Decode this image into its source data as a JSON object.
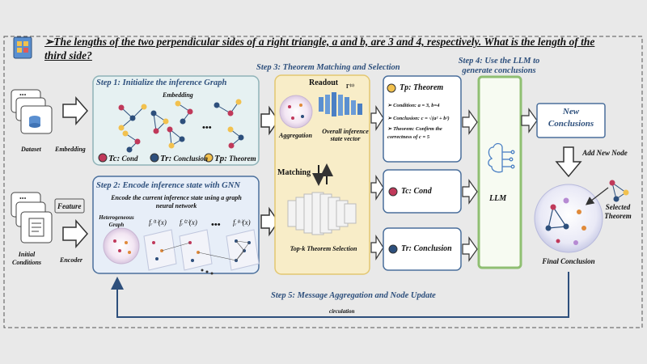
{
  "question": "➢The lengths of the two perpendicular sides of a right triangle, a and b, are 3 and 4, respectively. What is the length of the third side?",
  "steps": {
    "s1": "Step 1: Initialize the inference Graph",
    "s2": "Step 2: Encode inference state with GNN",
    "s3": "Step 3: Theorem Matching and Selection",
    "s4": "Step 4: Use the LLM to generate conclusions",
    "s5": "Step 5: Message Aggregation and Node Update"
  },
  "left": {
    "dataset": "Dataset",
    "embedding_arrow": "Embedding",
    "feature": "Feature",
    "initial_conditions": "Initial Conditions",
    "encoder": "Encoder"
  },
  "step1": {
    "embedding": "Embedding",
    "ellipsis": "•••",
    "legend": [
      {
        "key": "Tc:",
        "text": "Cond",
        "color": "#c0395a"
      },
      {
        "key": "Tr:",
        "text": "Conclusion",
        "color": "#2d4f7c"
      },
      {
        "key": "Tp:",
        "text": "Theorem",
        "color": "#f2c14e"
      }
    ]
  },
  "step2": {
    "subtitle": "Encode the current inference state using a graph neural network",
    "hetero": "Heterogeneous Graph",
    "f1": "fᵣ⁽¹⁾(x)",
    "f2": "fᵣ⁽²⁾(x)",
    "fk": "fᵣ⁽ᵏ⁾(x)",
    "ellipsis": "•••"
  },
  "step3": {
    "readout": "Readout",
    "gamma": "Γ⁽¹⁾",
    "aggregation": "Aggregation",
    "overall": "Overall inference state vector",
    "matching": "Matching",
    "topk": "Top-k Theorem Selection"
  },
  "right": {
    "tp_title": "Tp: Theorem",
    "condition": "Condition: a = 3,  b=4",
    "conclusion": "Conclusion:  c = √(a² + b²)",
    "theorem": "Theorem: Confirm the correctness of c = 5",
    "tc": "Tc: Cond",
    "tr": "Tr: Conclusion"
  },
  "llm": "LLM",
  "new_conclusions": "New Conclusions",
  "add_new_node": "Add New Node",
  "selected_theorem": "Selected Theorem",
  "final_conclusion": "Final Conclusion",
  "circulation": "circulation",
  "colors": {
    "step1_bg": "#e6f1f2",
    "step2_bg": "#e7eef8",
    "step3_bg": "#f8edc8",
    "llm_border": "#8fbf72",
    "blue_border": "#4a6f9c",
    "accent_text": "#2d4f7c",
    "cond_red": "#c0395a",
    "conc_blue": "#2d4f7c",
    "thm_yellow": "#f2c14e"
  }
}
